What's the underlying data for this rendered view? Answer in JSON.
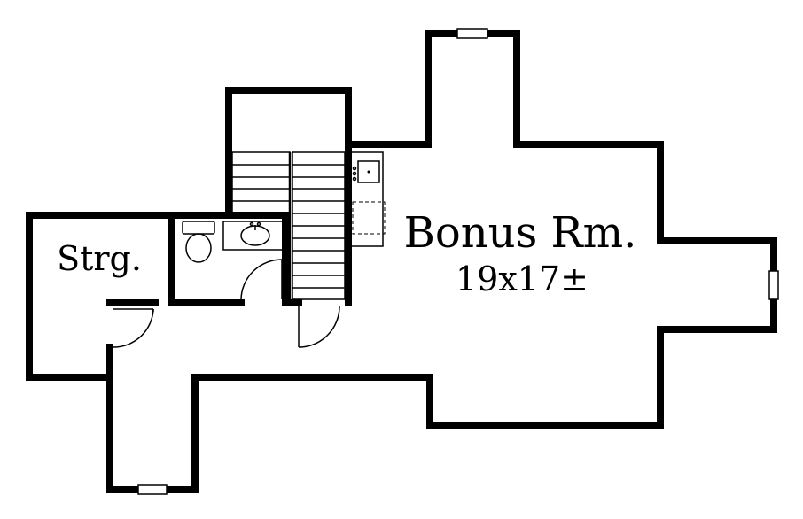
{
  "rooms": {
    "storage": {
      "label": "Strg."
    },
    "bonus": {
      "label": "Bonus Rm.",
      "dimensions": "19x17±"
    }
  }
}
